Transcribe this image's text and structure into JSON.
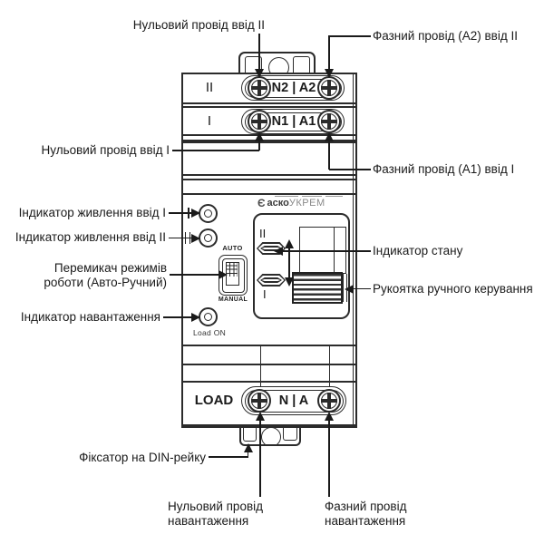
{
  "callouts": {
    "neutral_in2": "Нульовий провід ввід II",
    "phase_in2": "Фазний провід (А2) ввід II",
    "neutral_in1": "Нульовий провід ввід I",
    "phase_in1": "Фазний провід (А1) ввід I",
    "power_in1": "Індикатор живлення ввід I",
    "power_in2": "Індикатор живлення ввід II",
    "mode_switch_line1": "Перемикач режимів",
    "mode_switch_line2": "роботи (Авто-Ручний)",
    "load_indicator": "Індикатор навантаження",
    "status_indicator": "Індикатор стану",
    "manual_handle": "Рукоятка ручного керування",
    "din_latch": "Фіксатор на DIN-рейку",
    "neutral_load_line1": "Нульовий провід",
    "neutral_load_line2": "навантаження",
    "phase_load_line1": "Фазний провід",
    "phase_load_line2": "навантаження"
  },
  "device": {
    "input2_label": "II",
    "input2_terminals": "N2 | A2",
    "input1_label": "I",
    "input1_terminals": "N1 | A1",
    "load_label": "LOAD",
    "load_terminals": "N | A",
    "switch_auto": "AUTO",
    "switch_manual": "MANUAL",
    "panel_pos2": "II",
    "panel_pos1": "I",
    "load_on": "Load ON",
    "brand_mark": "Є",
    "brand_bold": "аско",
    "brand_light": "УКРЕМ"
  },
  "colors": {
    "line": "#2b2b2b",
    "text": "#1a1a1a"
  }
}
